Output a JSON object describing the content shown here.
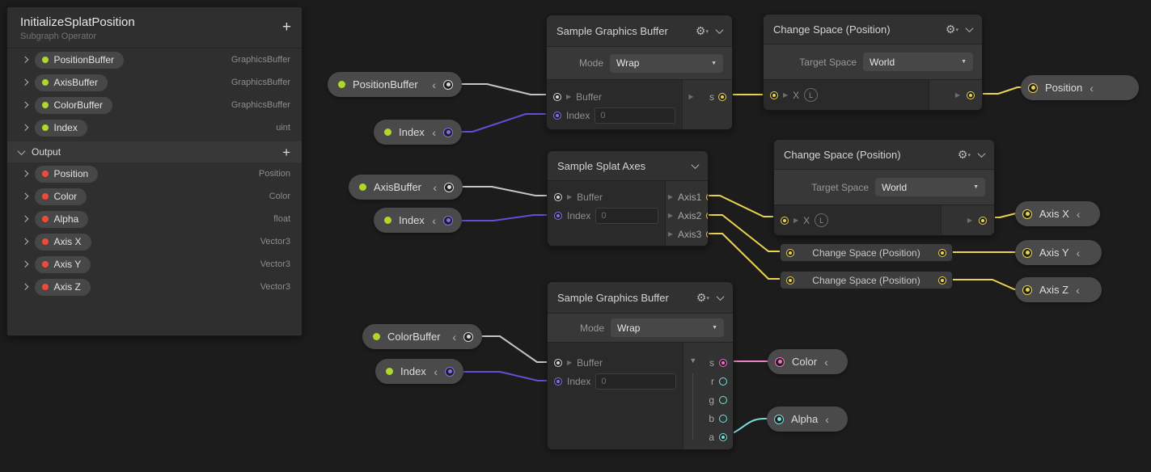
{
  "blackboard": {
    "title": "InitializeSplatPosition",
    "subtitle": "Subgraph Operator",
    "add_button": "+",
    "inputs": [
      {
        "name": "PositionBuffer",
        "type": "GraphicsBuffer"
      },
      {
        "name": "AxisBuffer",
        "type": "GraphicsBuffer"
      },
      {
        "name": "ColorBuffer",
        "type": "GraphicsBuffer"
      },
      {
        "name": "Index",
        "type": "uint"
      }
    ],
    "output_section": {
      "label": "Output",
      "add_button": "+"
    },
    "outputs": [
      {
        "name": "Position",
        "type": "Position"
      },
      {
        "name": "Color",
        "type": "Color"
      },
      {
        "name": "Alpha",
        "type": "float"
      },
      {
        "name": "Axis X",
        "type": "Vector3"
      },
      {
        "name": "Axis Y",
        "type": "Vector3"
      },
      {
        "name": "Axis Z",
        "type": "Vector3"
      }
    ]
  },
  "nodes": {
    "sgb1": {
      "title": "Sample Graphics Buffer",
      "mode_label": "Mode",
      "mode_value": "Wrap",
      "buffer_label": "Buffer",
      "index_label": "Index",
      "index_value": "0",
      "output_s": "s"
    },
    "cs1": {
      "title": "Change Space (Position)",
      "target_label": "Target Space",
      "target_value": "World",
      "input_x": "X",
      "badge": "L"
    },
    "ssa": {
      "title": "Sample Splat Axes",
      "buffer_label": "Buffer",
      "index_label": "Index",
      "index_value": "0",
      "outputs": [
        "Axis1",
        "Axis2",
        "Axis3"
      ]
    },
    "cs2": {
      "title": "Change Space (Position)",
      "target_label": "Target Space",
      "target_value": "World",
      "input_x": "X",
      "badge": "L"
    },
    "csc1": {
      "title": "Change Space (Position)"
    },
    "csc2": {
      "title": "Change Space (Position)"
    },
    "sgb2": {
      "title": "Sample Graphics Buffer",
      "mode_label": "Mode",
      "mode_value": "Wrap",
      "buffer_label": "Buffer",
      "index_label": "Index",
      "index_value": "0",
      "outputs": [
        "s",
        "r",
        "g",
        "b",
        "a"
      ]
    }
  },
  "pills": {
    "position_buffer": "PositionBuffer",
    "index_a": "Index",
    "axis_buffer": "AxisBuffer",
    "index_b": "Index",
    "color_buffer": "ColorBuffer",
    "index_c": "Index",
    "position": "Position",
    "axis_x": "Axis X",
    "axis_y": "Axis Y",
    "axis_z": "Axis Z",
    "color": "Color",
    "alpha": "Alpha"
  },
  "colors": {
    "wire_buffer": "#c4c4c4",
    "wire_index": "#5f50d6",
    "wire_spatial": "#e9d44f",
    "wire_color": "#e583c6",
    "wire_alpha": "#79ded8",
    "input_dot": "#b0d82a",
    "output_dot": "#f04b39"
  }
}
